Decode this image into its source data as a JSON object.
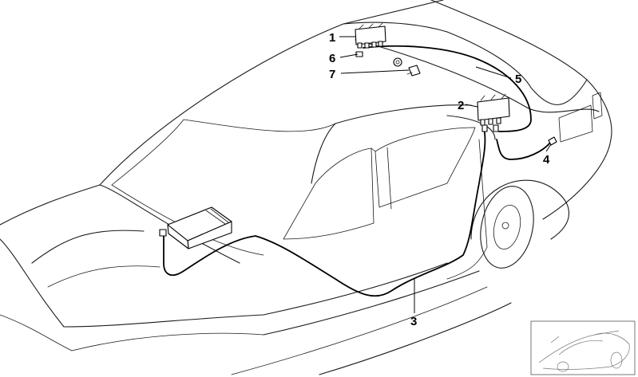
{
  "diagram": {
    "callouts": [
      {
        "id": "1",
        "label": "1"
      },
      {
        "id": "2",
        "label": "2"
      },
      {
        "id": "3",
        "label": "3"
      },
      {
        "id": "4",
        "label": "4"
      },
      {
        "id": "5",
        "label": "5"
      },
      {
        "id": "6",
        "label": "6"
      },
      {
        "id": "7",
        "label": "7"
      }
    ],
    "colors": {
      "line": "#000000",
      "outline": "#1a1a1a",
      "background": "#ffffff"
    }
  }
}
